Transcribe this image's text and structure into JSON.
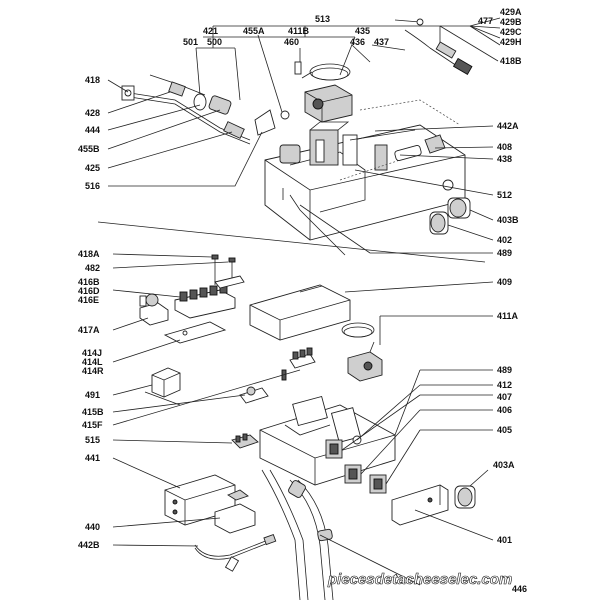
{
  "labels": {
    "l513": "513",
    "l477": "477",
    "l429a": "429A",
    "l429b": "429B",
    "l429c": "429C",
    "l429h": "429H",
    "l421": "421",
    "l411b": "411B",
    "l435": "435",
    "l501": "501",
    "l500": "500",
    "l455a": "455A",
    "l460": "460",
    "l436": "436",
    "l437": "437",
    "l418b": "418B",
    "l418": "418",
    "l428": "428",
    "l444": "444",
    "l455b": "455B",
    "l425": "425",
    "l516": "516",
    "l442a": "442A",
    "l408": "408",
    "l438": "438",
    "l512": "512",
    "l403b": "403B",
    "l402": "402",
    "l489a": "489",
    "l418a": "418A",
    "l482": "482",
    "l416b": "416B",
    "l416d": "416D",
    "l416e": "416E",
    "l417a": "417A",
    "l409": "409",
    "l411a": "411A",
    "l414j": "414J",
    "l414l": "414L",
    "l414r": "414R",
    "l491": "491",
    "l489b": "489",
    "l412": "412",
    "l415b": "415B",
    "l407": "407",
    "l415f": "415F",
    "l406": "406",
    "l515": "515",
    "l405": "405",
    "l441": "441",
    "l403a": "403A",
    "l440": "440",
    "l442b": "442B",
    "l401": "401",
    "l446": "446"
  },
  "watermark": "piecesdetacheeselec.com"
}
